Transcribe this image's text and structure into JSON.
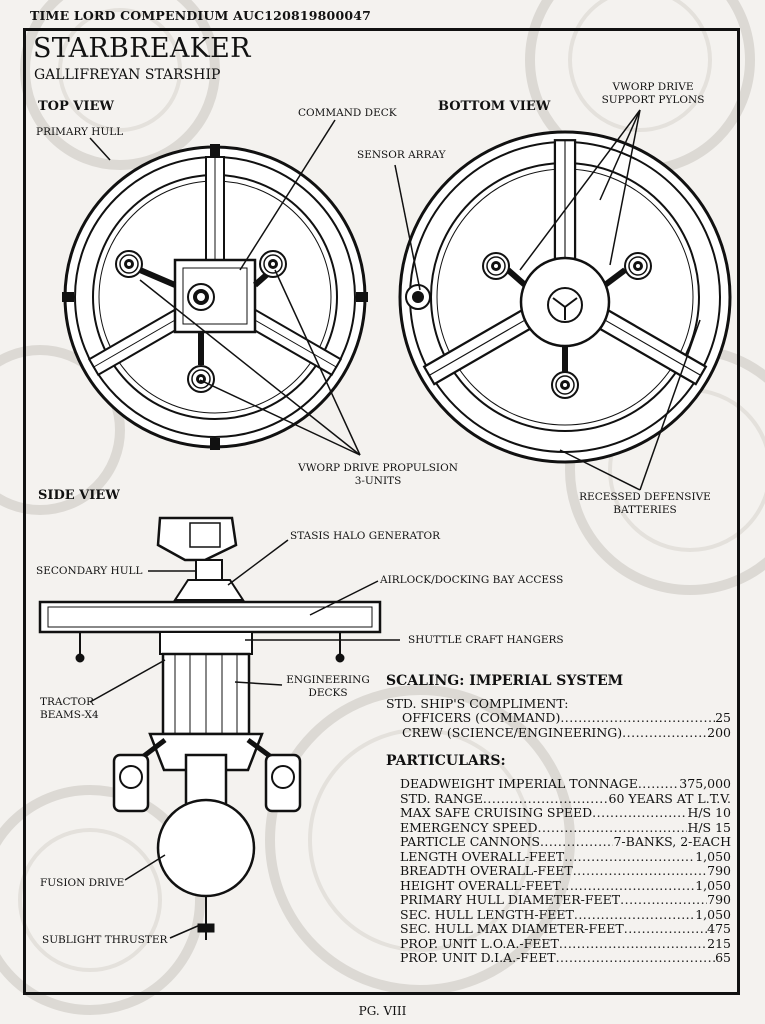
{
  "header": "TIME LORD COMPENDIUM   AUC120819800047",
  "title": "STARBREAKER",
  "subtitle": "GALLIFREYAN STARSHIP",
  "views": {
    "top": "TOP VIEW",
    "bottom": "BOTTOM VIEW",
    "side": "SIDE VIEW"
  },
  "labels": {
    "primary_hull": "PRIMARY HULL",
    "command_deck": "COMMAND DECK",
    "sensor_array": "SENSOR ARRAY",
    "vworp_pylons_1": "VWORP DRIVE",
    "vworp_pylons_2": "SUPPORT PYLONS",
    "propulsion_1": "VWORP DRIVE PROPULSION",
    "propulsion_2": "3-UNITS",
    "defensive_1": "RECESSED DEFENSIVE",
    "defensive_2": "BATTERIES",
    "stasis_halo": "STASIS HALO GENERATOR",
    "secondary_hull": "SECONDARY HULL",
    "airlock": "AIRLOCK/DOCKING BAY ACCESS",
    "shuttle": "SHUTTLE CRAFT HANGERS",
    "engineering_1": "ENGINEERING",
    "engineering_2": "DECKS",
    "tractor_1": "TRACTOR",
    "tractor_2": "BEAMS-X4",
    "fusion": "FUSION DRIVE",
    "sublight": "SUBLIGHT THRUSTER"
  },
  "scaling": {
    "heading": "SCALING: IMPERIAL SYSTEM",
    "compliment_title": "STD. SHIP'S COMPLIMENT:",
    "rows": [
      {
        "label": "OFFICERS (COMMAND)",
        "value": "25"
      },
      {
        "label": "CREW (SCIENCE/ENGINEERING)",
        "value": "200"
      }
    ]
  },
  "particulars": {
    "heading": "PARTICULARS:",
    "rows": [
      {
        "label": "DEADWEIGHT IMPERIAL TONNAGE",
        "value": "375,000"
      },
      {
        "label": "STD. RANGE",
        "value": "60 YEARS AT L.T.V."
      },
      {
        "label": "MAX SAFE CRUISING SPEED",
        "value": "H/S 10"
      },
      {
        "label": "EMERGENCY SPEED",
        "value": "H/S 15"
      },
      {
        "label": "PARTICLE CANNONS",
        "value": "7-BANKS, 2-EACH"
      },
      {
        "label": "LENGTH OVERALL-FEET",
        "value": "1,050"
      },
      {
        "label": "BREADTH OVERALL-FEET",
        "value": "790"
      },
      {
        "label": "HEIGHT OVERALL-FEET",
        "value": "1,050"
      },
      {
        "label": "PRIMARY HULL DIAMETER-FEET",
        "value": "790"
      },
      {
        "label": "SEC. HULL LENGTH-FEET",
        "value": "1,050"
      },
      {
        "label": "SEC. HULL MAX DIAMETER-FEET",
        "value": "475"
      },
      {
        "label": "PROP. UNIT L.O.A.-FEET",
        "value": "215"
      },
      {
        "label": "PROP. UNIT D.I.A.-FEET",
        "value": "65"
      }
    ]
  },
  "footer": "PG. VIII"
}
